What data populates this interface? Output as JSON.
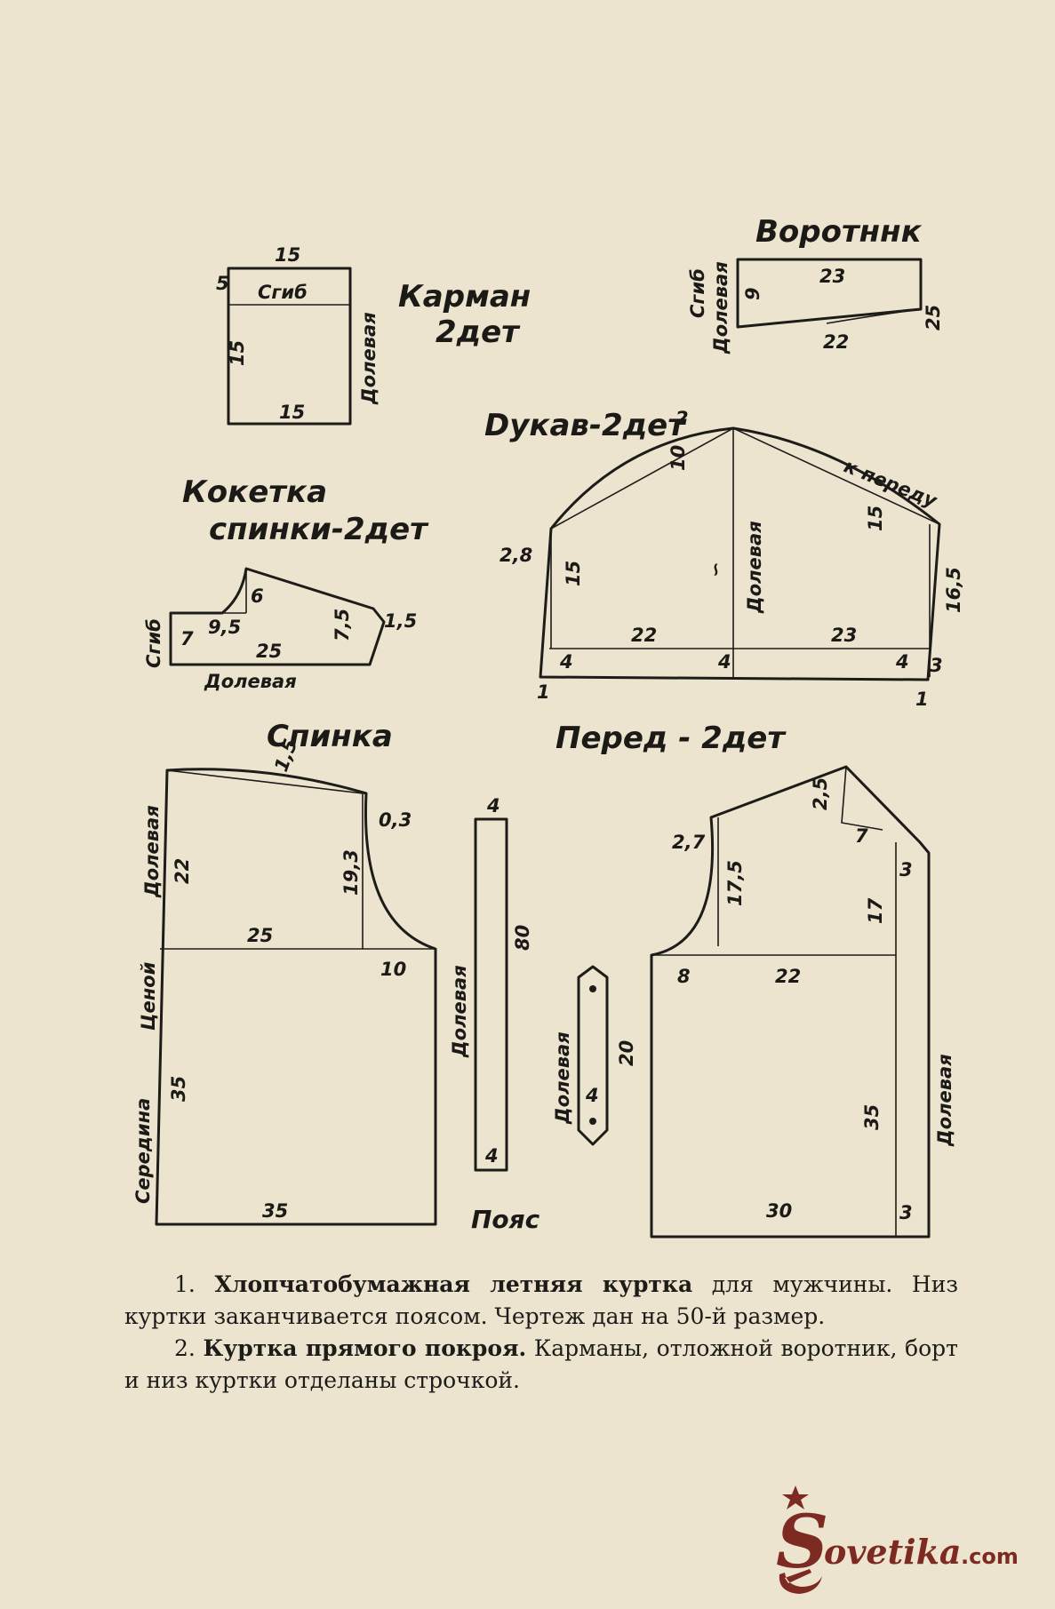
{
  "pocket": {
    "title": "Карман",
    "count": "2дет",
    "top": "15",
    "fold_h": "5",
    "fold": "Сгиб",
    "side": "15",
    "bottom": "15",
    "grain": "Долевая"
  },
  "collar": {
    "title": "Воротннк",
    "top": "23",
    "height": "9",
    "bottom": "22",
    "right": "25",
    "fold": "Сгиб",
    "grain": "Долевая"
  },
  "sleeve": {
    "title": "Dукав-2дет",
    "ease": "2",
    "cap": "10",
    "to_front": "к переду",
    "cap_r": "15",
    "left_top": "2,8",
    "left_h": "15",
    "grain": "Долевая",
    "center_mark": "∽",
    "right_h": "16,5",
    "width_l": "22",
    "width_r": "23",
    "cuff_l": "4",
    "cuff_c": "4",
    "cuff_r": "4",
    "cuff_r2": "3",
    "bot_l": "1",
    "bot_r": "1"
  },
  "yoke": {
    "title_1": "Кокетка",
    "title_2": "спинки-2дет",
    "fold": "Сгиб",
    "h_left": "7",
    "neck_w": "9,5",
    "neck_h": "6",
    "width": "25",
    "h_right": "7,5",
    "dart": "1,5",
    "grain": "Долевая"
  },
  "back": {
    "title": "Спинка",
    "shoulder": "1,5",
    "armhole_top": "0,3",
    "grain": "Долевая",
    "height": "22",
    "armhole": "19,3",
    "width": "25",
    "side": "10",
    "center_1": "Середина",
    "center_2": "Ценой",
    "lower": "35",
    "bottom": "35"
  },
  "belt": {
    "title": "Пояс",
    "top": "4",
    "length": "80",
    "grain": "Долевая",
    "bottom": "4"
  },
  "tab": {
    "grain": "Долевая",
    "length": "20",
    "width": "4"
  },
  "front": {
    "title": "Перед - 2дет",
    "shoulder": "2,5",
    "lapel": "7",
    "neck": "2,7",
    "armhole": "17,5",
    "placket": "3",
    "placket_h": "17",
    "side": "8",
    "width": "22",
    "grain": "Долевая",
    "lower": "35",
    "bottom": "30",
    "placket_bottom": "3"
  },
  "caption": {
    "p1_num": "1. ",
    "p1_bold": "Хлопчатобумажная летняя куртка",
    "p1_rest": " для мужчины. Низ куртки заканчивается поясом. Чертеж дан на 50-й размер.",
    "p2_num": "2. ",
    "p2_bold": "Куртка прямого покроя.",
    "p2_rest": " Карманы, отложной воротник, борт и низ куртки отделаны строчкой."
  },
  "watermark": {
    "s": "S",
    "rest": "ovetika",
    "dom": ".com"
  },
  "colors": {
    "paper": "#ece4cf",
    "ink": "#1e1c19",
    "watermark": "#7d2b22"
  }
}
